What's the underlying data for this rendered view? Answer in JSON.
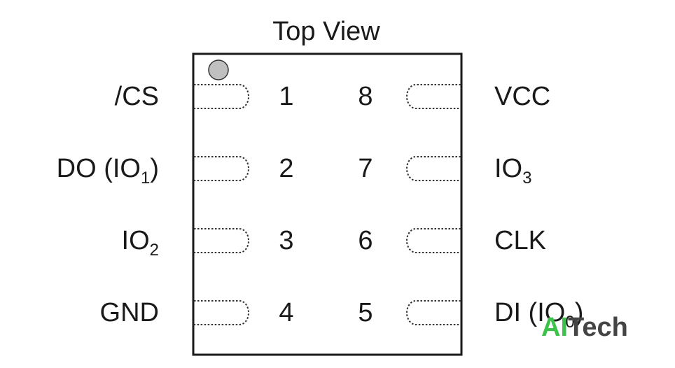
{
  "title": "Top View",
  "pins_left": [
    {
      "number": "1",
      "label": "/CS",
      "sub": ""
    },
    {
      "number": "2",
      "label": "DO (IO",
      "sub": "1",
      "after": ")"
    },
    {
      "number": "3",
      "label": "IO",
      "sub": "2"
    },
    {
      "number": "4",
      "label": "GND",
      "sub": ""
    }
  ],
  "pins_right": [
    {
      "number": "8",
      "label": "VCC",
      "sub": ""
    },
    {
      "number": "7",
      "label": "IO",
      "sub": "3"
    },
    {
      "number": "6",
      "label": "CLK",
      "sub": ""
    },
    {
      "number": "5",
      "label": "DI (IO",
      "sub": "0",
      "after": ")"
    }
  ],
  "watermark": {
    "part1": "AI",
    "part2": "Tech",
    "color1": "#3cc24a",
    "color2": "#444444"
  },
  "colors": {
    "outline": "#1a1a1a",
    "pin1_dot": "#c0c0c0"
  }
}
